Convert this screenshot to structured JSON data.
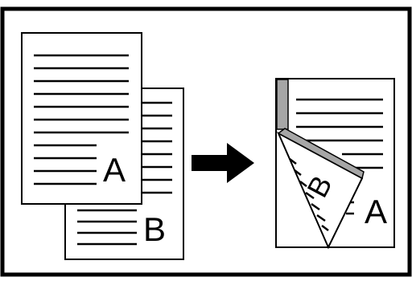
{
  "diagram": {
    "source_stack": {
      "front_page_letter": "A",
      "back_page_letter": "B"
    },
    "result_booklet": {
      "inner_page_letter": "A",
      "folded_page_letter": "B"
    },
    "arrow_icon": "right-arrow-icon",
    "colors": {
      "ink": "#000000",
      "paper": "#ffffff",
      "binding_strip": "#a6a6a6"
    }
  }
}
